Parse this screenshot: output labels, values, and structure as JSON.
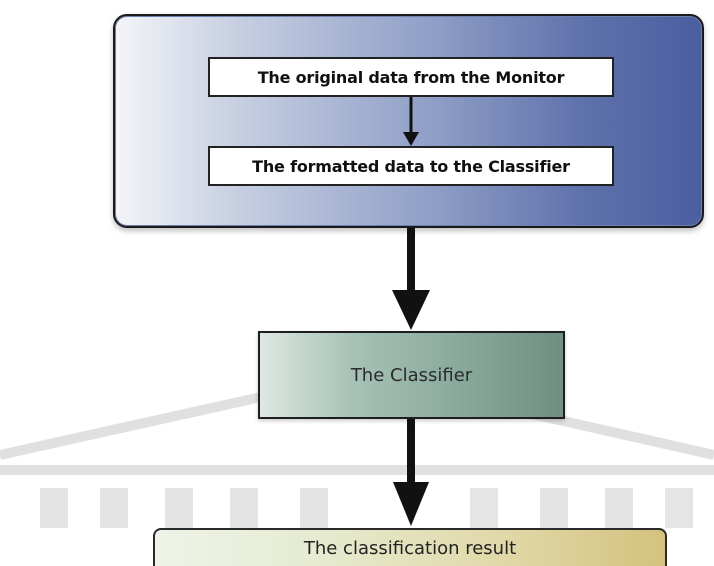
{
  "diagram": {
    "nodes": {
      "original_data": "The original data from the Monitor",
      "formatted_data": "The formatted data to the Classifier",
      "classifier": "The Classifier",
      "result": "The classification result"
    },
    "edges": [
      {
        "from": "original_data",
        "to": "formatted_data"
      },
      {
        "from": "formatting_container",
        "to": "classifier"
      },
      {
        "from": "classifier",
        "to": "result"
      }
    ]
  },
  "colors": {
    "container_gradient_end": "#4a5fa0",
    "classifier_fill": "#8aaa9d",
    "result_fill": "#e0d7a6",
    "arrow": "#111111"
  }
}
